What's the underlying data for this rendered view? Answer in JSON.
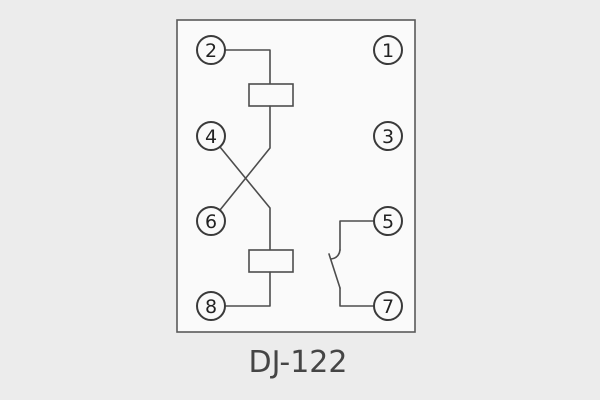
{
  "diagram": {
    "caption": "DJ-122",
    "terminals": {
      "left": [
        "2",
        "4",
        "6",
        "8"
      ],
      "right": [
        "1",
        "3",
        "5",
        "7"
      ]
    },
    "colors": {
      "background": "#ececec",
      "panel": "#fafafa",
      "line": "#4d4d4d",
      "text": "#454545"
    }
  }
}
